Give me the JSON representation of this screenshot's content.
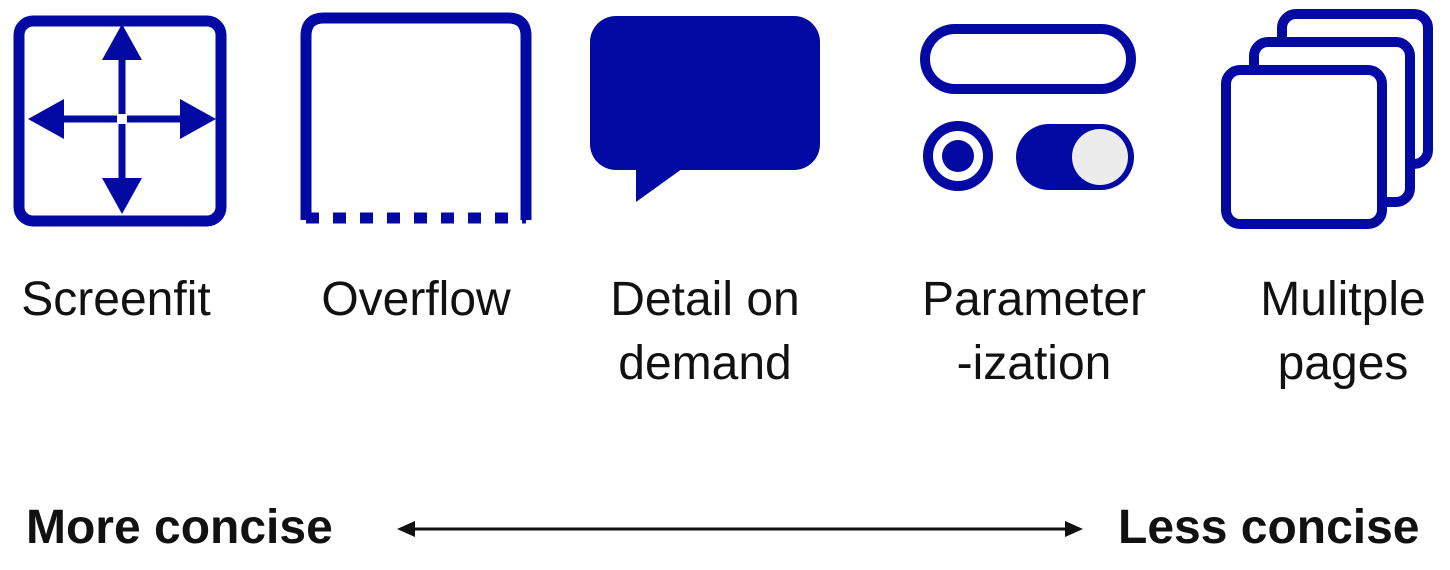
{
  "colors": {
    "icon_blue": "#020aa3",
    "toggle_knob": "#ececec",
    "text": "#111111"
  },
  "techniques": [
    {
      "icon": "move-arrows-icon",
      "label_lines": [
        "Screenfit"
      ]
    },
    {
      "icon": "overflow-box-icon",
      "label_lines": [
        "Overflow"
      ]
    },
    {
      "icon": "speech-bubble-icon",
      "label_lines": [
        "Detail on",
        "demand"
      ]
    },
    {
      "icon": "parameter-controls-icon",
      "label_lines": [
        "Parameter",
        "-ization"
      ]
    },
    {
      "icon": "stacked-pages-icon",
      "label_lines": [
        "Mulitple",
        "pages"
      ]
    }
  ],
  "scale": {
    "left_label": "More concise",
    "right_label": "Less concise"
  }
}
